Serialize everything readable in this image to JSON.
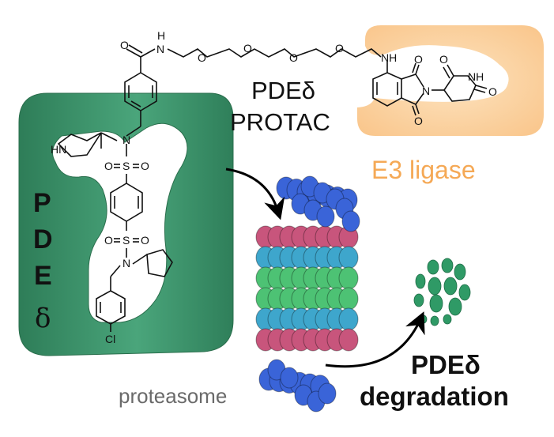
{
  "labels": {
    "protac_line1": "PDEδ",
    "protac_line2": "PROTAC",
    "e3_ligase": "E3 ligase",
    "pde_letters": [
      "P",
      "D",
      "E",
      "δ"
    ],
    "proteasome": "proteasome",
    "degradation_line1": "PDEδ",
    "degradation_line2": "degradation"
  },
  "atoms": {
    "amide_o": "O",
    "amide_nh_h": "H",
    "amide_nh_n": "N",
    "ether_o": [
      "O",
      "O",
      "O",
      "O"
    ],
    "aniline_nh": "NH",
    "phth_o_top": "O",
    "phth_o_bottom": "O",
    "phth_n": "N",
    "glut_o_top": "O",
    "glut_nh": "NH",
    "glut_o_right": "O",
    "sulfonamide_n": "N",
    "piperidine_hn": "HN",
    "sulfonyl_1": [
      "O",
      "S",
      "O"
    ],
    "sulfonyl_2": [
      "O",
      "S",
      "O"
    ],
    "lower_n": "N",
    "chloro": "Cl"
  },
  "colors": {
    "pde_green": "#3f9a72",
    "pde_green_dark": "#2c7a56",
    "e3_orange": "#fbcf9a",
    "e3_text": "#f5a956",
    "proteasome_blue": "#3a64d8",
    "proteasome_red": "#c8557c",
    "proteasome_cyan": "#3ea6cc",
    "proteasome_green": "#4dc274",
    "fragment_green": "#2f9a66"
  }
}
